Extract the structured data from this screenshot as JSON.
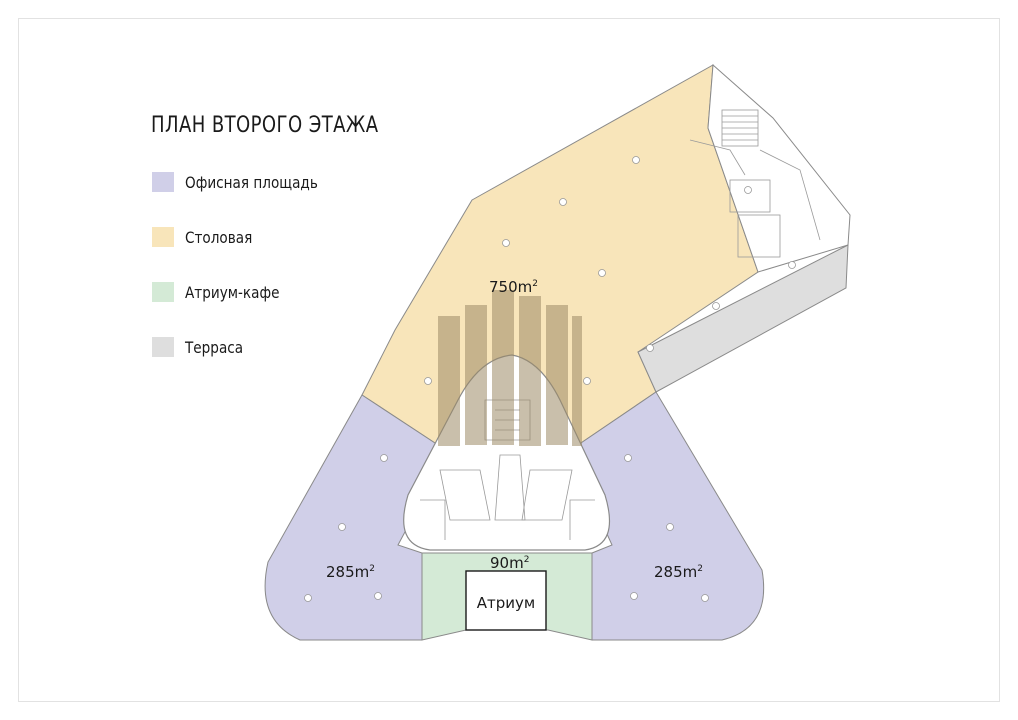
{
  "title": "ПЛАН ВТОРОГО ЭТАЖА",
  "legend": [
    {
      "label": "Офисная площадь",
      "color": "#d0cfe8"
    },
    {
      "label": "Столовая",
      "color": "#f8e5ba"
    },
    {
      "label": "Атриум-кафе",
      "color": "#d4ead6"
    },
    {
      "label": "Терраса",
      "color": "#dedede"
    }
  ],
  "areas": {
    "canteen": {
      "value": "750m",
      "exp": "2"
    },
    "office_left": {
      "value": "285m",
      "exp": "2"
    },
    "office_right": {
      "value": "285m",
      "exp": "2"
    },
    "atrium_cafe": {
      "value": "90m",
      "exp": "2"
    },
    "atrium": "Атриум"
  },
  "colors": {
    "office": "#d0cfe8",
    "canteen": "#f8e5ba",
    "cafe": "#d4ead6",
    "terrace": "#dedede",
    "core": "#ffffff",
    "wall": "#8a8a8a"
  }
}
